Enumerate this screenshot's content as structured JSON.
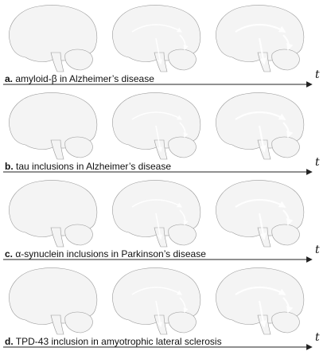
{
  "figure": {
    "rows": [
      {
        "id": "a",
        "letter": "a.",
        "caption": "amyloid-β in Alzheimer’s disease",
        "time_symbol": "t",
        "color": "#e8874a",
        "stage_opacity": [
          0.55,
          0.75,
          0.95
        ],
        "pattern": "cortex-first"
      },
      {
        "id": "b",
        "letter": "b.",
        "caption": "tau inclusions in Alzheimer’s disease",
        "time_symbol": "t",
        "color": "#3d86c4",
        "stage_opacity": [
          0.5,
          0.75,
          0.95
        ],
        "pattern": "temporal-first"
      },
      {
        "id": "c",
        "letter": "c.",
        "caption": "α-synuclein inclusions in Parkinson’s disease",
        "time_symbol": "t",
        "color": "#de4a36",
        "stage_opacity": [
          0.6,
          0.75,
          0.95
        ],
        "pattern": "brainstem-first"
      },
      {
        "id": "d",
        "letter": "d.",
        "caption": "TPD-43 inclusion in amyotrophic lateral sclerosis",
        "time_symbol": "t",
        "color": "#3f9a44",
        "stage_opacity": [
          0.5,
          0.7,
          0.95
        ],
        "pattern": "motor-first"
      }
    ]
  }
}
